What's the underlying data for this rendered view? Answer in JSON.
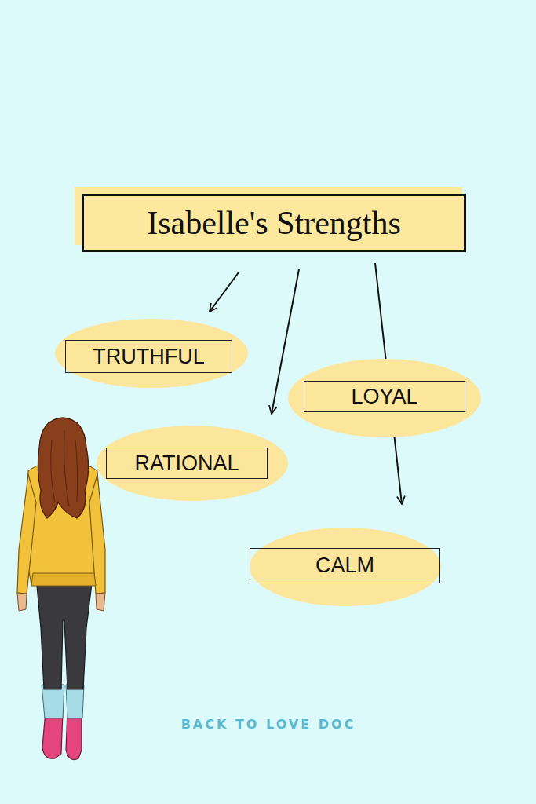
{
  "diagram": {
    "title": "Isabelle's Strengths",
    "nodes": [
      {
        "text": [
          "TRUTHFUL"
        ]
      },
      {
        "text": [
          "LOYAL"
        ]
      },
      {
        "text": [
          "RATIONAL"
        ]
      },
      {
        "text": [
          "CALM"
        ]
      }
    ],
    "labels": [
      "BACK TO LOVE DOC"
    ]
  }
}
